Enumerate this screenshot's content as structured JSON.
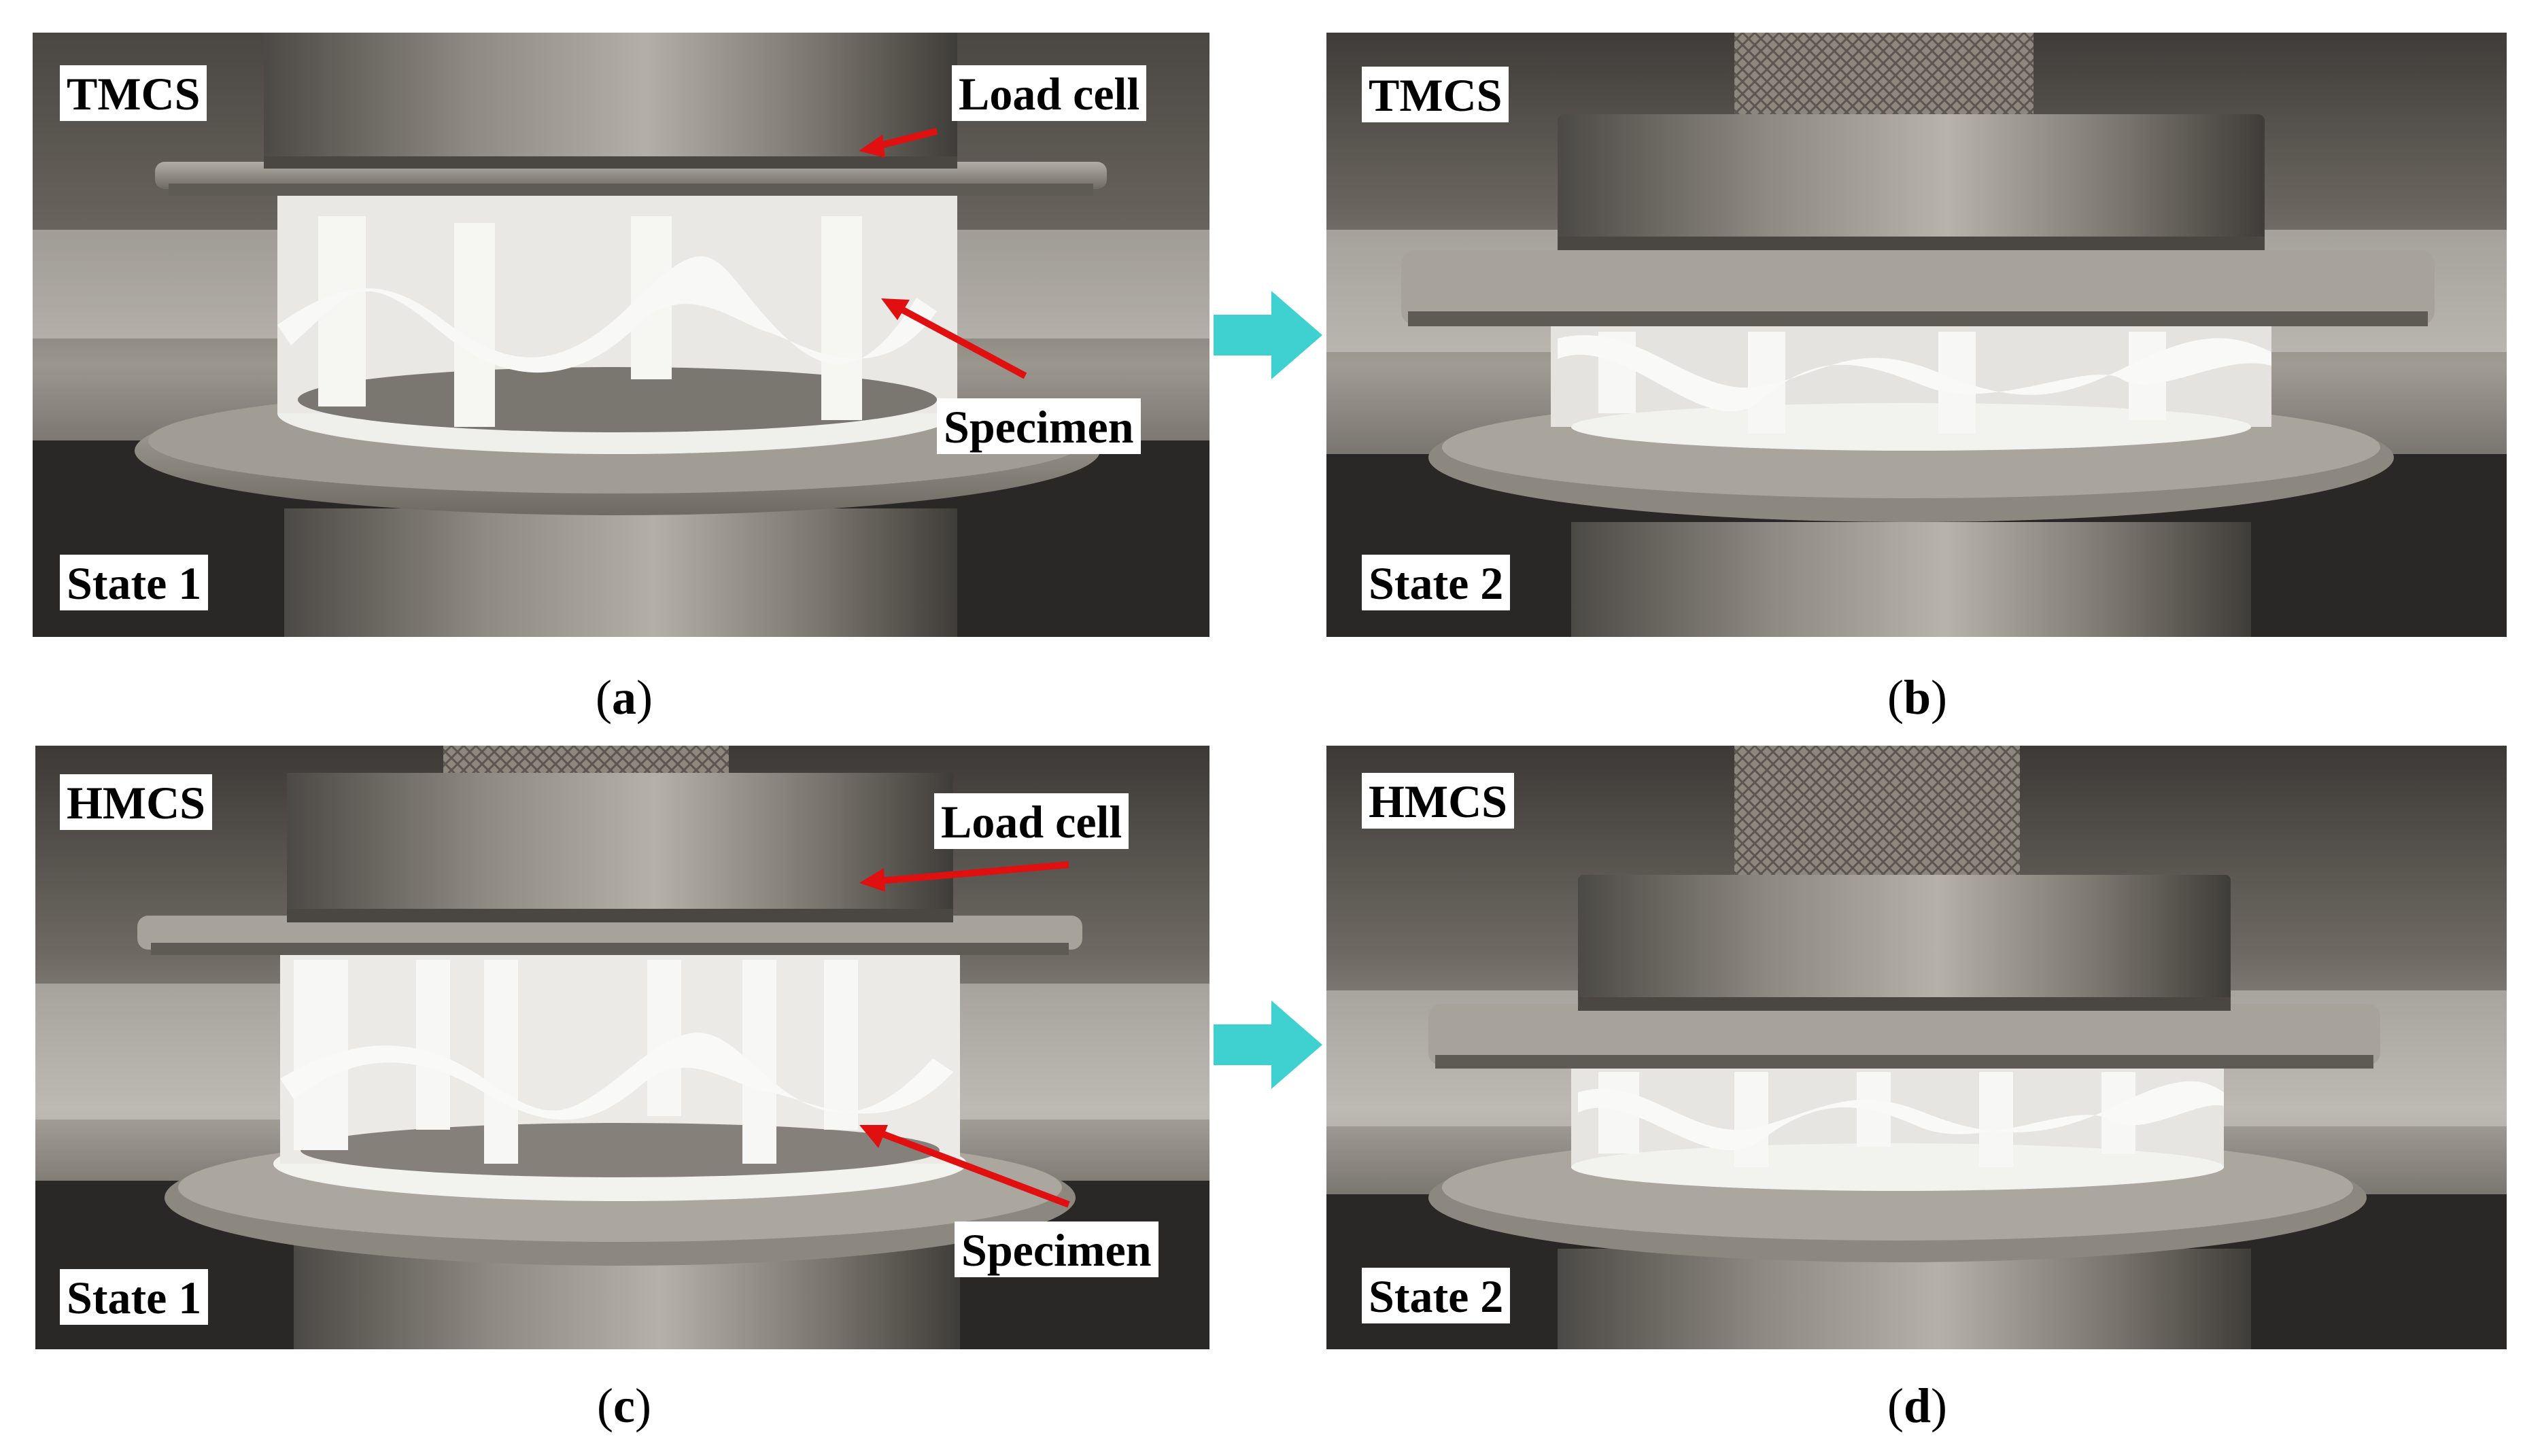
{
  "panels": [
    {
      "id": "a",
      "caption_letter": "a",
      "specimen_type": "TMCS",
      "state": "State 1",
      "annotations": {
        "load_cell": "Load cell",
        "specimen": "Specimen"
      }
    },
    {
      "id": "b",
      "caption_letter": "b",
      "specimen_type": "TMCS",
      "state": "State 2"
    },
    {
      "id": "c",
      "caption_letter": "c",
      "specimen_type": "HMCS",
      "state": "State 1",
      "annotations": {
        "load_cell": "Load cell",
        "specimen": "Specimen"
      }
    },
    {
      "id": "d",
      "caption_letter": "d",
      "specimen_type": "HMCS",
      "state": "State 2"
    }
  ],
  "colors": {
    "transition_arrow": "#3fd0d0",
    "annotation_arrow": "#e01010",
    "label_background": "#ffffff"
  },
  "icons": [
    "transition-arrow-icon",
    "annotation-arrow-icon"
  ]
}
